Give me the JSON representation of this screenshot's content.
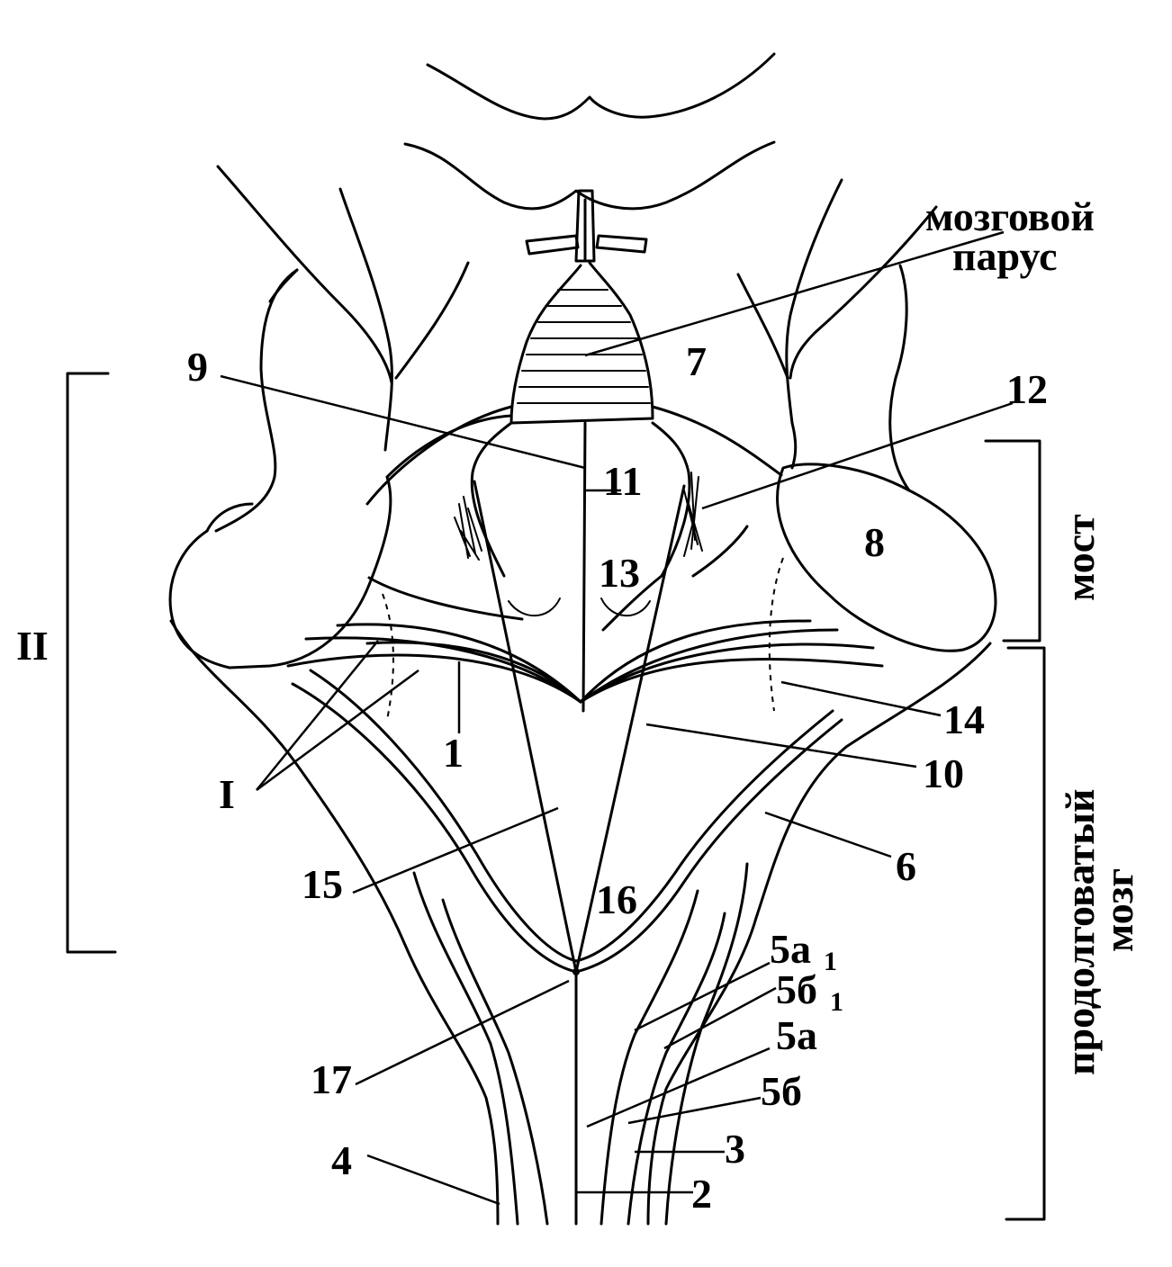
{
  "labels": {
    "velum_line1": "мозговой",
    "velum_line2": "парус",
    "bridge": "мост",
    "medulla_line1": "продолговатый",
    "medulla_line2": "мозг",
    "roman_1": "I",
    "roman_2": "II",
    "n1": "1",
    "n2": "2",
    "n3": "3",
    "n4": "4",
    "n5a": "5а",
    "n5b": "5б",
    "n5a1": "5а",
    "n5a1_sub": "1",
    "n5b1": "5б",
    "n5b1_sub": "1",
    "n6": "6",
    "n7": "7",
    "n8": "8",
    "n9": "9",
    "n10": "10",
    "n11": "11",
    "n12": "12",
    "n13": "13",
    "n14": "14",
    "n15": "15",
    "n16": "16",
    "n17": "17"
  }
}
